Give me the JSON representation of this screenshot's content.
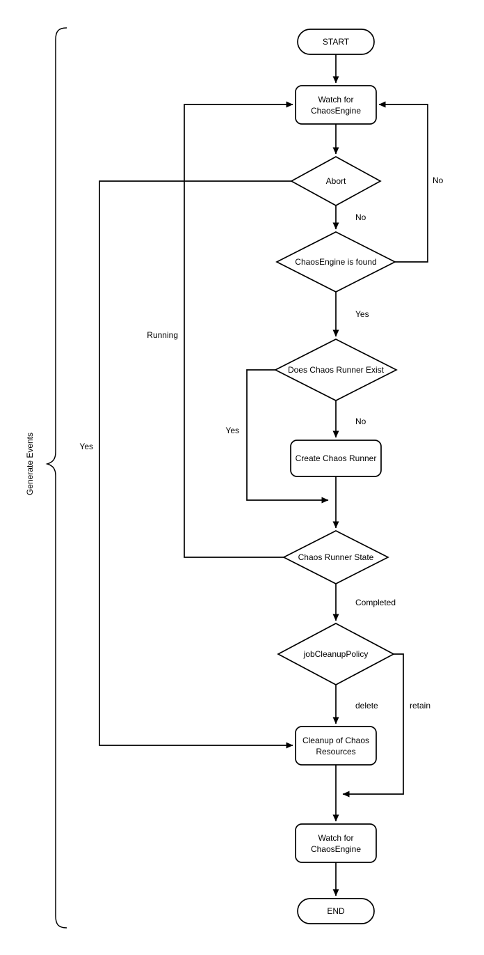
{
  "page": {
    "background_color": "#ffffff",
    "line_color": "#000000",
    "node_fill_color": "#ffffff",
    "text_color": "#000000"
  },
  "diagram": {
    "bracket": {
      "label": "Generate Events"
    },
    "nodes": {
      "start": {
        "label": "START"
      },
      "watch_top": {
        "line1": "Watch for",
        "line2": "ChaosEngine"
      },
      "abort": {
        "label": "Abort"
      },
      "engine_found": {
        "label": "ChaosEngine is found"
      },
      "runner_exist": {
        "label": "Does Chaos Runner Exist"
      },
      "create_runner": {
        "label": "Create Chaos Runner"
      },
      "runner_state": {
        "label": "Chaos Runner State"
      },
      "cleanup_policy": {
        "label": "jobCleanupPolicy"
      },
      "cleanup_resources": {
        "line1": "Cleanup of Chaos",
        "line2": "Resources"
      },
      "watch_bottom": {
        "line1": "Watch for",
        "line2": "ChaosEngine"
      },
      "end": {
        "label": "END"
      }
    },
    "edge_labels": {
      "abort_no": "No",
      "engine_found_no": "No",
      "engine_found_yes": "Yes",
      "runner_exist_no": "No",
      "runner_exist_yes": "Yes",
      "runner_state_running": "Running",
      "runner_state_completed": "Completed",
      "cleanup_policy_delete": "delete",
      "cleanup_policy_retain": "retain",
      "abort_yes": "Yes"
    }
  }
}
